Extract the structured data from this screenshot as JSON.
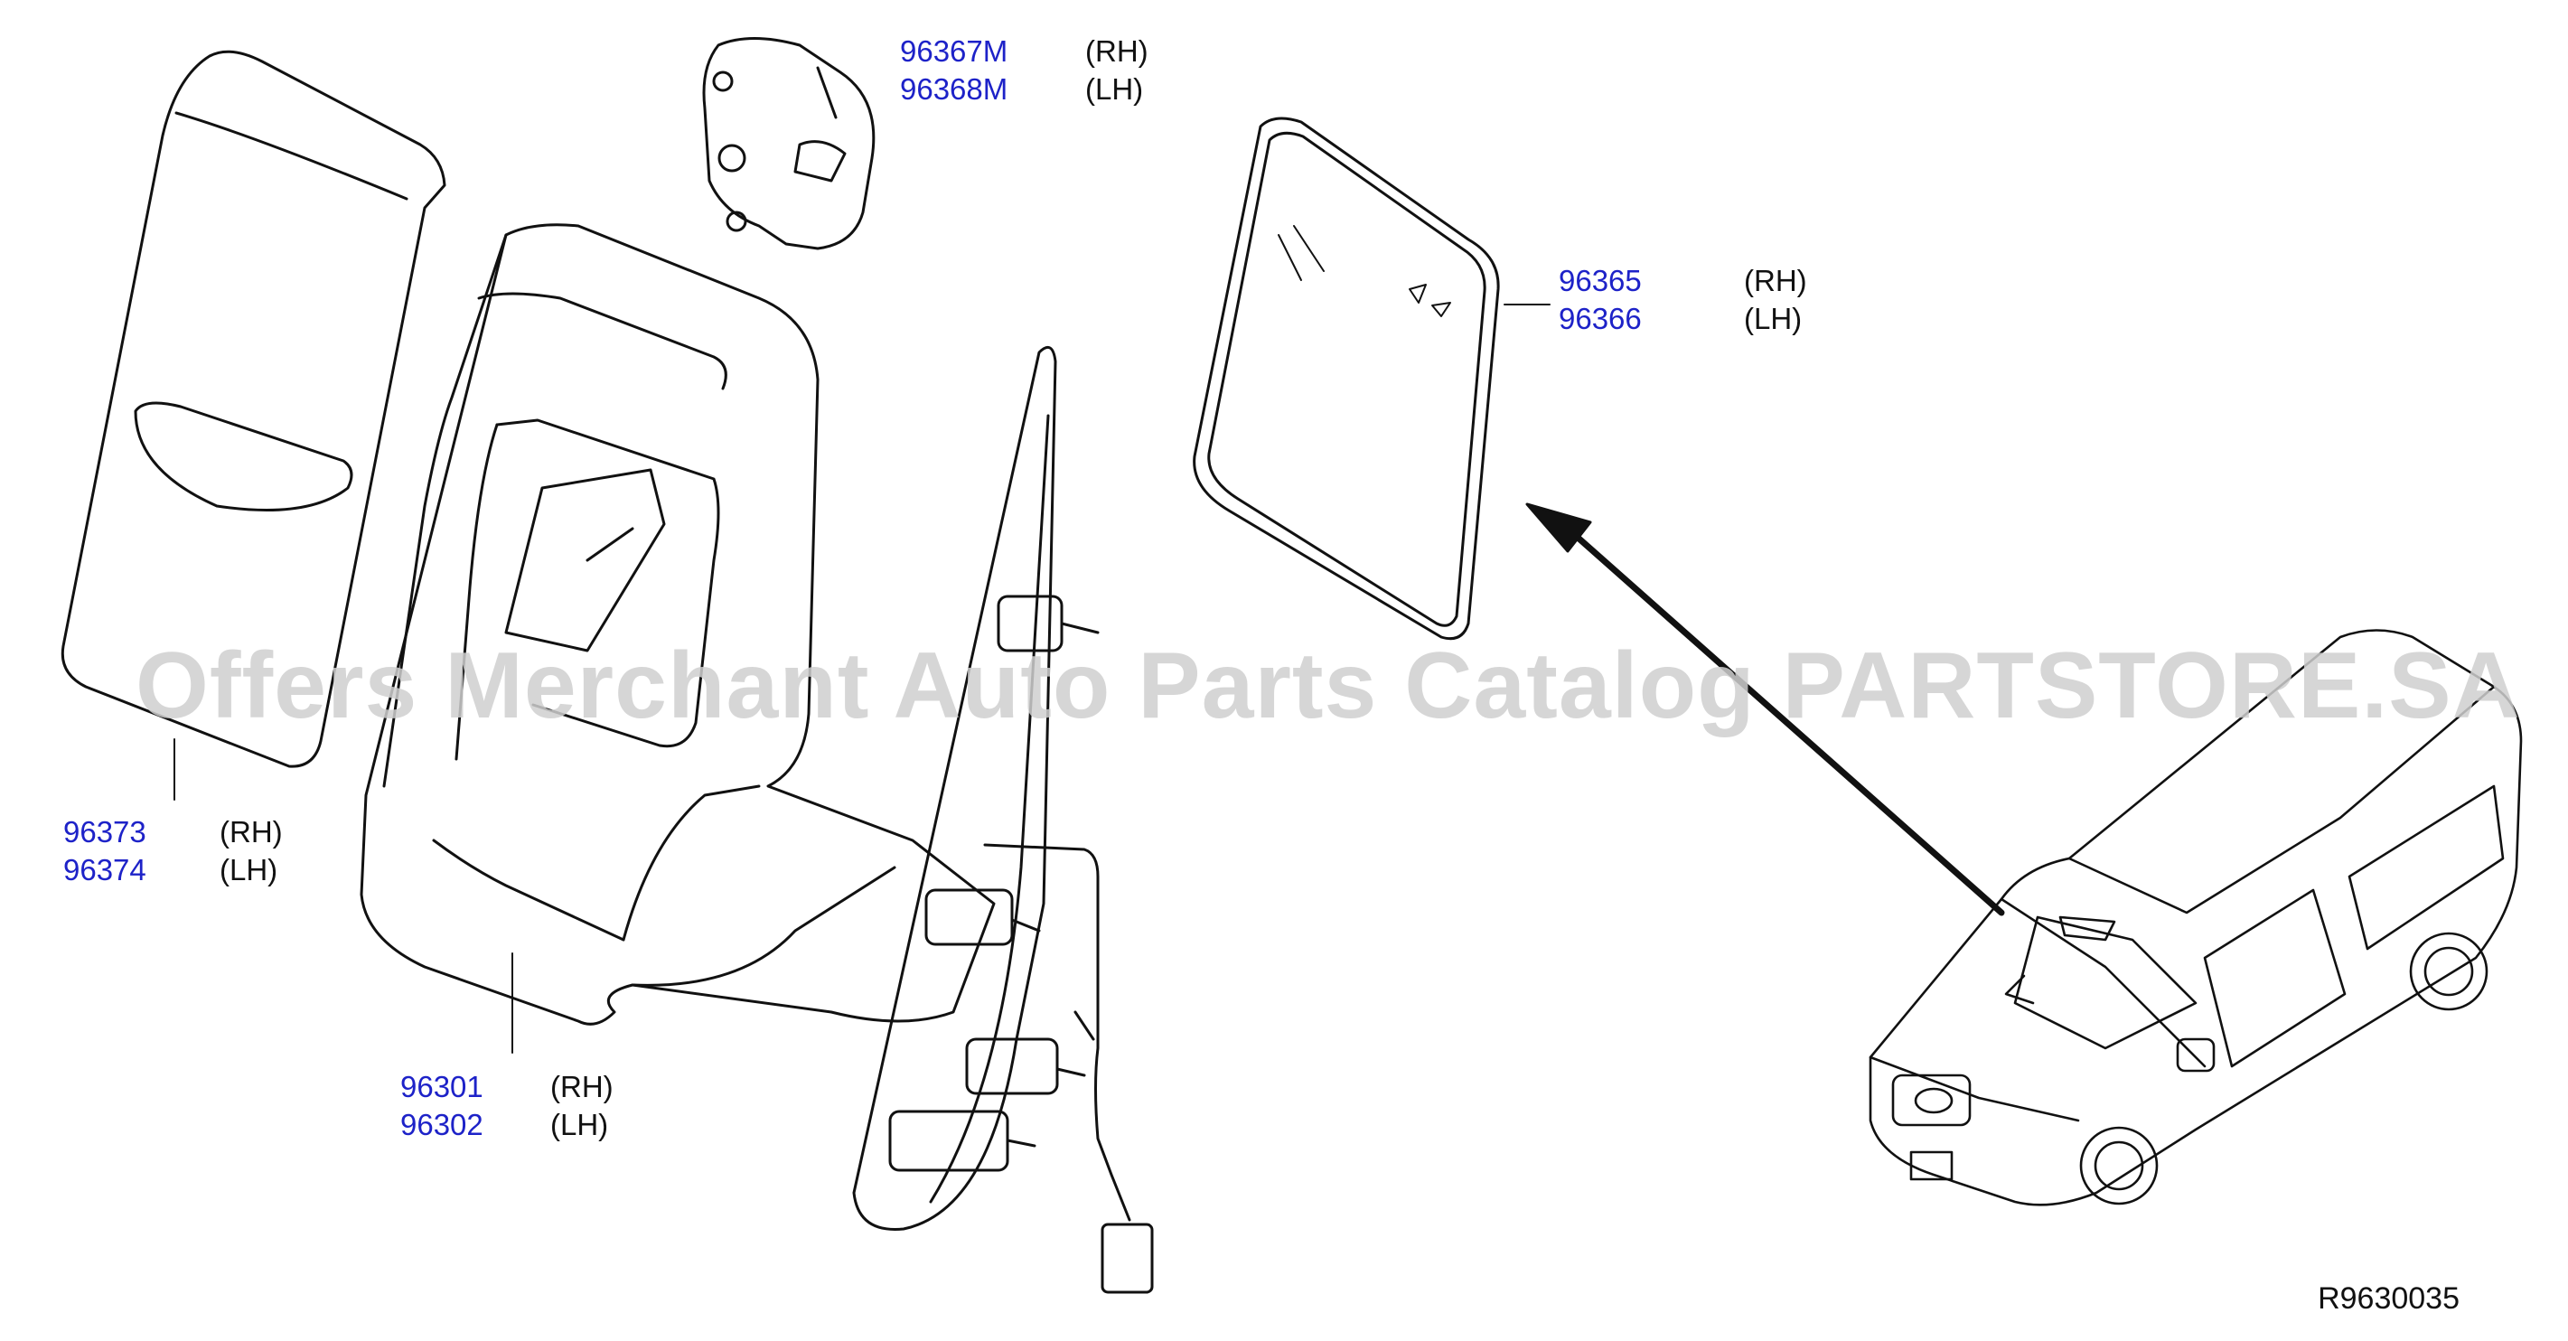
{
  "callouts": [
    {
      "id": "harness",
      "lines": [
        {
          "part": "96367M",
          "side": "(RH)"
        },
        {
          "part": "96368M",
          "side": "(LH)"
        }
      ]
    },
    {
      "id": "glass",
      "lines": [
        {
          "part": "96365",
          "side": "(RH)"
        },
        {
          "part": "96366",
          "side": "(LH)"
        }
      ]
    },
    {
      "id": "cover",
      "lines": [
        {
          "part": "96373",
          "side": "(RH)"
        },
        {
          "part": "96374",
          "side": "(LH)"
        }
      ]
    },
    {
      "id": "mirror",
      "lines": [
        {
          "part": "96301",
          "side": "(RH)"
        },
        {
          "part": "96302",
          "side": "(LH)"
        }
      ]
    }
  ],
  "watermark": "Offers Merchant Auto Parts Catalog PARTSTORE.SA",
  "diagram_code": "R9630035",
  "colors": {
    "part_number": "#1d22c8",
    "line": "#111111",
    "watermark": "#cfcfcf"
  }
}
